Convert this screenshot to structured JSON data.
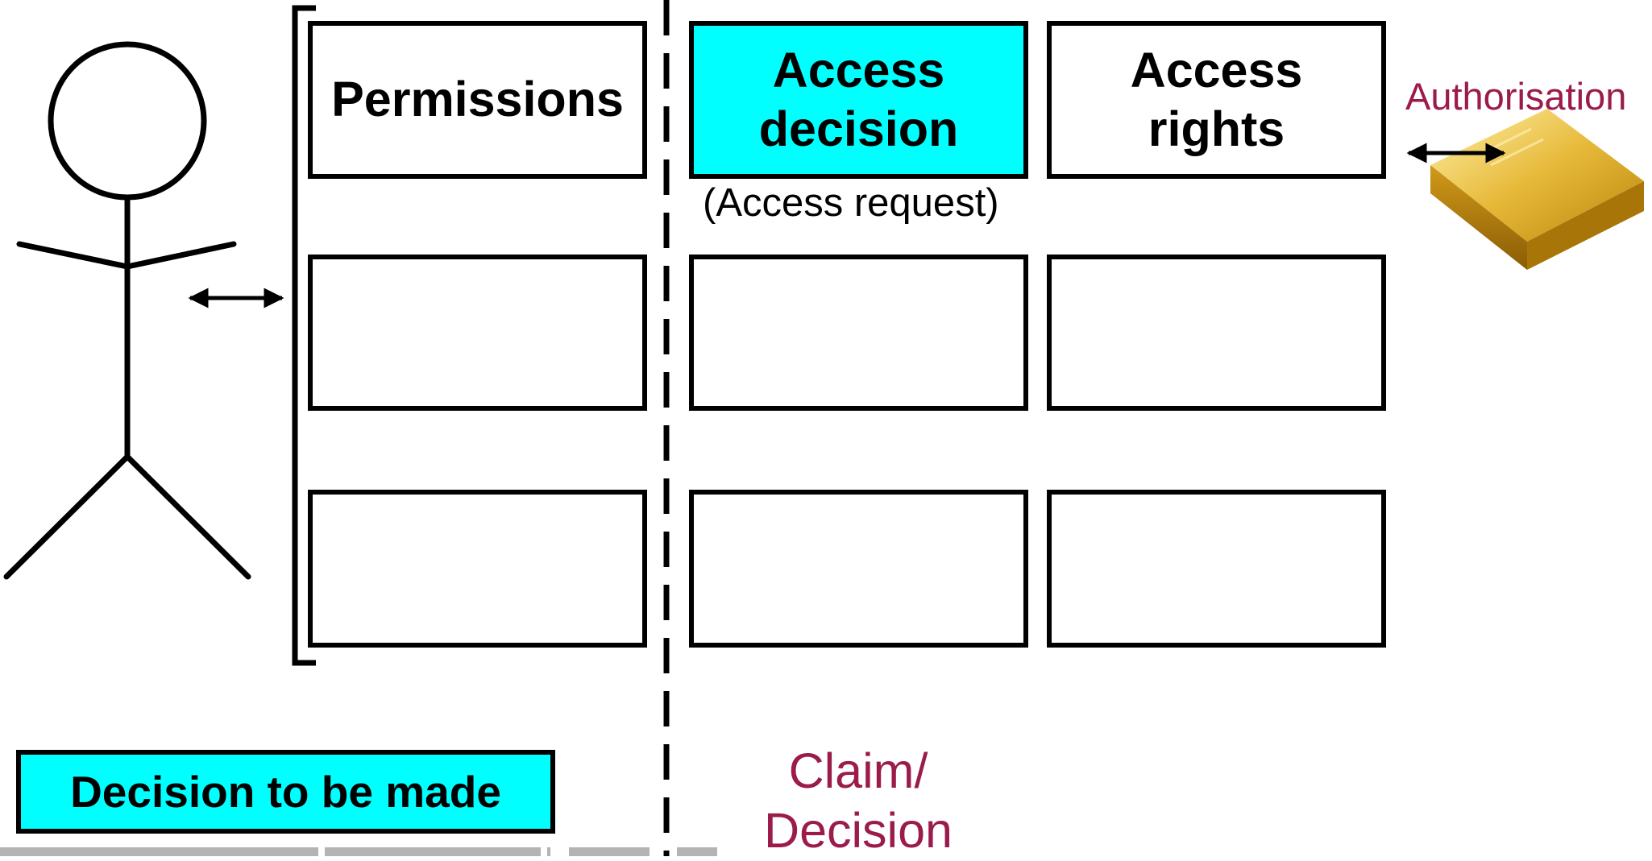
{
  "columns": {
    "permissions": "Permissions",
    "access_decision": "Access\ndecision",
    "access_rights": "Access\nrights"
  },
  "access_request_caption": "(Access request)",
  "authorisation_label": "Authorisation",
  "claim_decision_label": "Claim/\nDecision",
  "legend": {
    "label": "Decision to be made",
    "color": "#00ffff"
  },
  "colors": {
    "highlight": "#00ffff",
    "accent_text": "#9b1b4b",
    "gold": "#d9a520"
  },
  "icons": {
    "person": "stick-figure-icon",
    "gold_bar": "gold-bar-icon"
  }
}
